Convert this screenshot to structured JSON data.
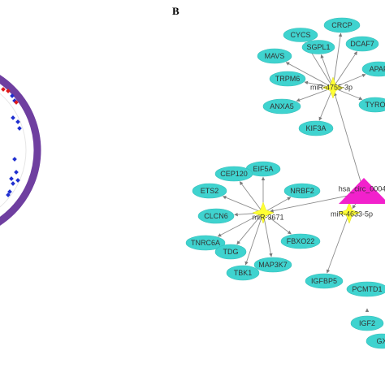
{
  "panel_label": "B",
  "colors": {
    "gene_fill": "#3fd3cf",
    "mirna_fill": "#ffff33",
    "circ_fill": "#f221cc",
    "edge": "#8c8c8c",
    "ring": "#6f3fa0",
    "point_red": "#e01a1a",
    "point_blue": "#1f2fd0"
  },
  "circrna": {
    "label": "hsa_circ_0004"
  },
  "mirnas": [
    {
      "id": "m4755",
      "label": "miR-4755-3p"
    },
    {
      "id": "m3671",
      "label": "miR-3671"
    },
    {
      "id": "m4633",
      "label": "miR-4633-5p"
    }
  ],
  "genes": [
    {
      "id": "CRCP",
      "label": "CRCP",
      "parent": "m4755"
    },
    {
      "id": "CYCS",
      "label": "CYCS",
      "parent": "m4755"
    },
    {
      "id": "SGPL1",
      "label": "SGPL1",
      "parent": "m4755"
    },
    {
      "id": "DCAF7",
      "label": "DCAF7",
      "parent": "m4755"
    },
    {
      "id": "MAVS",
      "label": "MAVS",
      "parent": "m4755"
    },
    {
      "id": "APAF",
      "label": "APAF",
      "parent": "m4755"
    },
    {
      "id": "TRPM6",
      "label": "TRPM6",
      "parent": "m4755"
    },
    {
      "id": "ANXA5",
      "label": "ANXA5",
      "parent": "m4755"
    },
    {
      "id": "TYRO",
      "label": "TYRO",
      "parent": "m4755"
    },
    {
      "id": "KIF3A",
      "label": "KIF3A",
      "parent": "m4755"
    },
    {
      "id": "EIF5A",
      "label": "EIF5A",
      "parent": "m3671"
    },
    {
      "id": "CEP120",
      "label": "CEP120",
      "parent": "m3671"
    },
    {
      "id": "ETS2",
      "label": "ETS2",
      "parent": "m3671"
    },
    {
      "id": "NRBF2",
      "label": "NRBF2",
      "parent": "m3671"
    },
    {
      "id": "CLCN6",
      "label": "CLCN6",
      "parent": "m3671"
    },
    {
      "id": "FBXO22",
      "label": "FBXO22",
      "parent": "m3671"
    },
    {
      "id": "TNRC6A",
      "label": "TNRC6A",
      "parent": "m3671"
    },
    {
      "id": "TDG",
      "label": "TDG",
      "parent": "m3671"
    },
    {
      "id": "MAP3K7",
      "label": "MAP3K7",
      "parent": "m3671"
    },
    {
      "id": "TBK1",
      "label": "TBK1",
      "parent": "m3671"
    },
    {
      "id": "IGFBP5",
      "label": "IGFBP5",
      "parent": "m4633"
    },
    {
      "id": "PCMTD1",
      "label": "PCMTD1",
      "parent": null
    },
    {
      "id": "IGF2",
      "label": "IGF2",
      "parent": null
    },
    {
      "id": "GX",
      "label": "GX",
      "parent": null
    }
  ]
}
